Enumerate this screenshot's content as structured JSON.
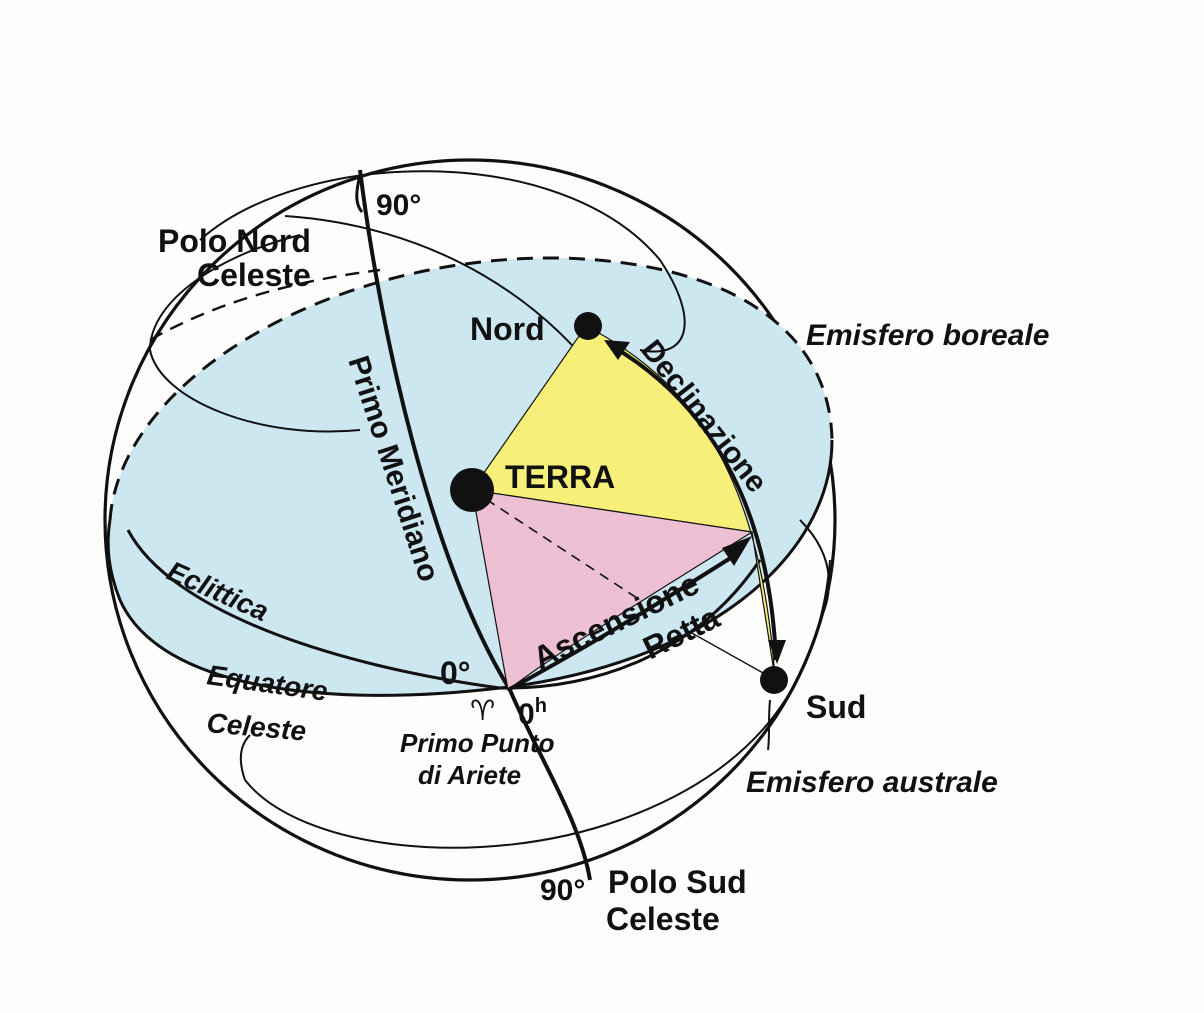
{
  "labels": {
    "north_pole_line1": "Polo Nord",
    "north_pole_line2": "Celeste",
    "top_angle": "90°",
    "nord": "Nord",
    "emisfero_boreale": "Emisfero boreale",
    "declinazione": "Declinazione",
    "terra": "TERRA",
    "primo_meridiano": "Primo Meridiano",
    "eclittica": "Eclittica",
    "ascensione": "Ascensione",
    "retta": "Retta",
    "zero_degree": "0°",
    "equatore": "Equatore",
    "celeste": "Celeste",
    "aries_symbol": "♈",
    "zero_hours_base": "0",
    "zero_hours_sup": "h",
    "primo_punto_line1": "Primo Punto",
    "primo_punto_line2": "di Ariete",
    "sud": "Sud",
    "emisfero_australe": "Emisfero australe",
    "bottom_angle": "90°",
    "south_pole_line1": "Polo Sud",
    "south_pole_line2": "Celeste"
  },
  "colors": {
    "equatorial_plane": "#cde7f1",
    "declination_triangle": "#f6f07a",
    "ascension_triangle": "#ecbfd3",
    "ink": "#111111",
    "background": "#fdfdfb"
  }
}
